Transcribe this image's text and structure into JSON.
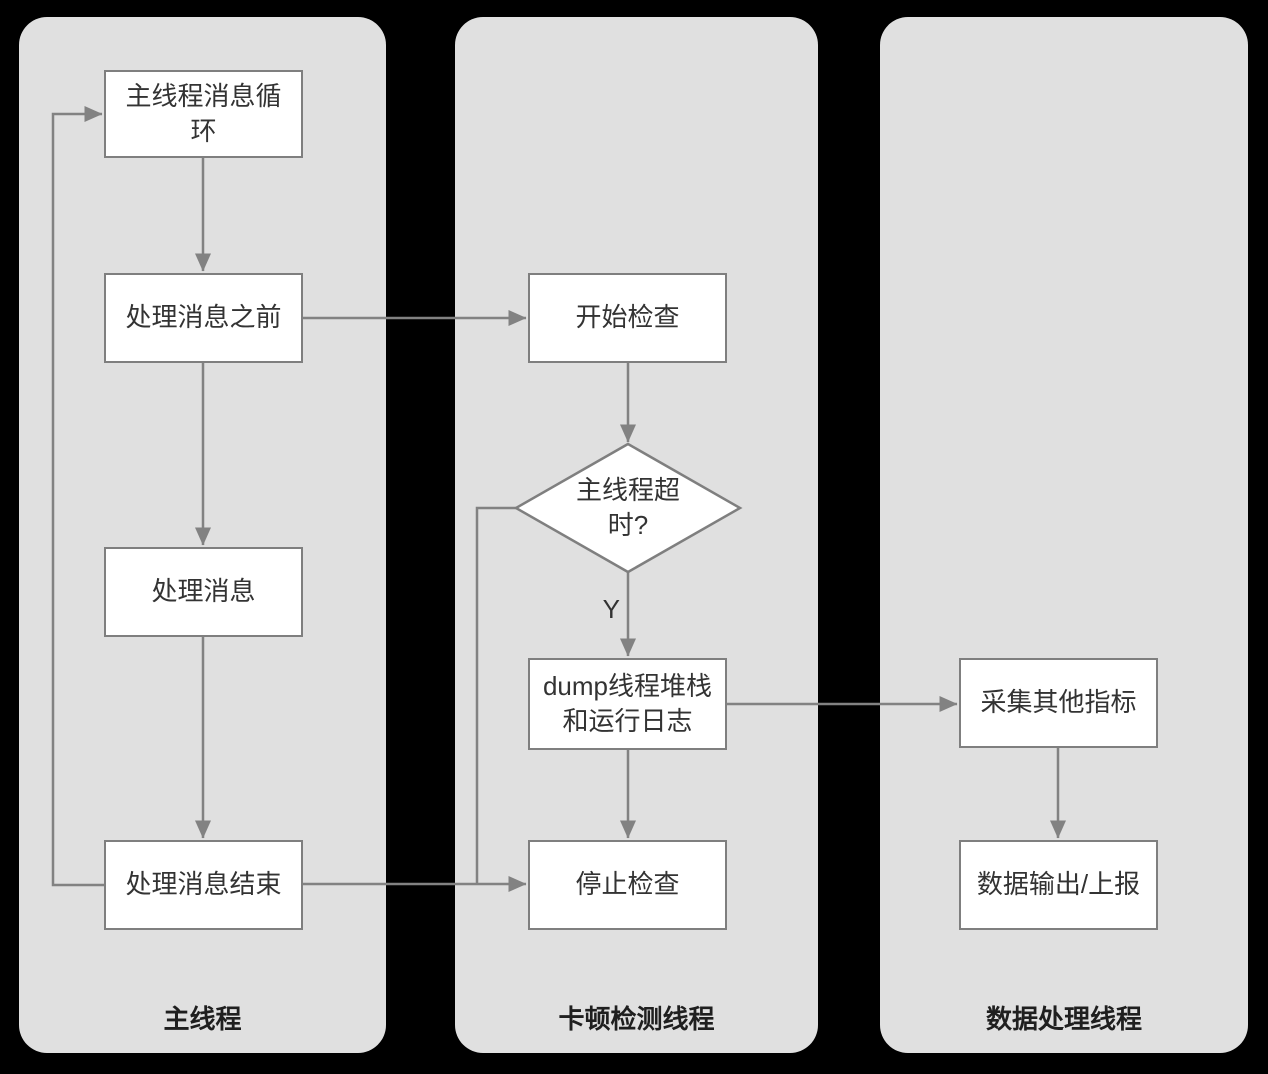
{
  "lanes": [
    {
      "id": "main-thread",
      "label": "主线程"
    },
    {
      "id": "stall-detect-thread",
      "label": "卡顿检测线程"
    },
    {
      "id": "data-process-thread",
      "label": "数据处理线程"
    }
  ],
  "nodes": {
    "msg_loop": "主线程消息循\n环",
    "before_msg": "处理消息之前",
    "handle_msg": "处理消息",
    "end_msg": "处理消息结束",
    "start_check": "开始检查",
    "timeout_q": "主线程超\n时?",
    "dump_stack": "dump线程堆栈\n和运行日志",
    "stop_check": "停止检查",
    "collect_metrics": "采集其他指标",
    "data_output": "数据输出/上报"
  },
  "edge_labels": {
    "yes": "Y"
  },
  "edges": [
    {
      "from": "msg_loop",
      "to": "before_msg"
    },
    {
      "from": "before_msg",
      "to": "handle_msg"
    },
    {
      "from": "handle_msg",
      "to": "end_msg"
    },
    {
      "from": "end_msg",
      "to": "msg_loop"
    },
    {
      "from": "before_msg",
      "to": "start_check"
    },
    {
      "from": "start_check",
      "to": "timeout_q"
    },
    {
      "from": "timeout_q",
      "to": "dump_stack",
      "label": "Y"
    },
    {
      "from": "timeout_q",
      "to": "stop_check"
    },
    {
      "from": "end_msg",
      "to": "stop_check"
    },
    {
      "from": "dump_stack",
      "to": "stop_check"
    },
    {
      "from": "dump_stack",
      "to": "collect_metrics"
    },
    {
      "from": "collect_metrics",
      "to": "data_output"
    }
  ],
  "colors": {
    "background": "#000000",
    "lane_fill": "#e0e0e0",
    "node_fill": "#ffffff",
    "node_border": "#7f7f7f",
    "connector": "#828282",
    "text": "#333333"
  }
}
